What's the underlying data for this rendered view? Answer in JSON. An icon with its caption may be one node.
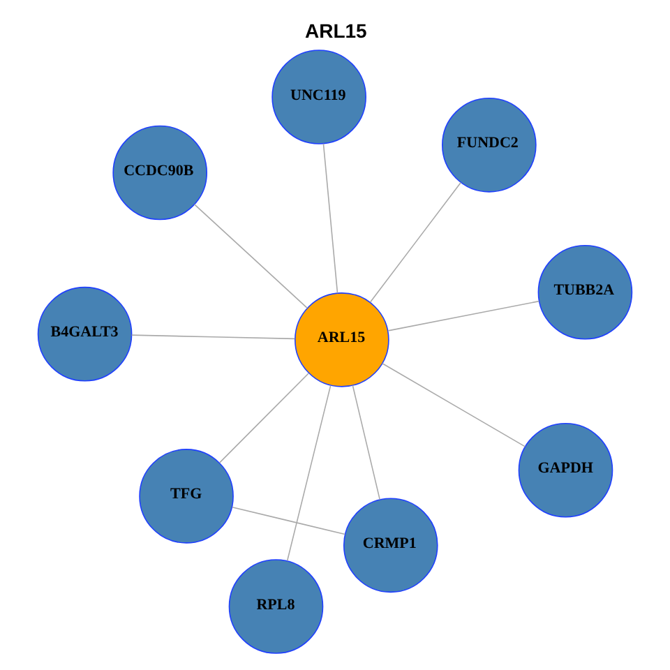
{
  "diagram": {
    "title": "ARL15",
    "nodes": [
      {
        "text": [
          "FUNDC2"
        ]
      },
      {
        "text": [
          "RPL8"
        ]
      },
      {
        "text": [
          "TUBB2A"
        ]
      },
      {
        "text": [
          "TFG"
        ]
      },
      {
        "text": [
          "UNC119"
        ]
      },
      {
        "text": [
          "ARL15"
        ]
      },
      {
        "text": [
          "CRMP1"
        ]
      },
      {
        "text": [
          "CCDC90B"
        ]
      },
      {
        "text": [
          "B4GALT3"
        ]
      },
      {
        "text": [
          "GAPDH"
        ]
      }
    ],
    "edges": [
      {
        "from": 5,
        "to": 0,
        "arrow": "none"
      },
      {
        "from": 5,
        "to": 1,
        "arrow": "none"
      },
      {
        "from": 5,
        "to": 2,
        "arrow": "none"
      },
      {
        "from": 5,
        "to": 3,
        "arrow": "none"
      },
      {
        "from": 5,
        "to": 4,
        "arrow": "none"
      },
      {
        "from": 5,
        "to": 6,
        "arrow": "none"
      },
      {
        "from": 5,
        "to": 7,
        "arrow": "none"
      },
      {
        "from": 5,
        "to": 8,
        "arrow": "none"
      },
      {
        "from": 5,
        "to": 9,
        "arrow": "none"
      },
      {
        "from": 3,
        "to": 6,
        "arrow": "none"
      }
    ]
  }
}
